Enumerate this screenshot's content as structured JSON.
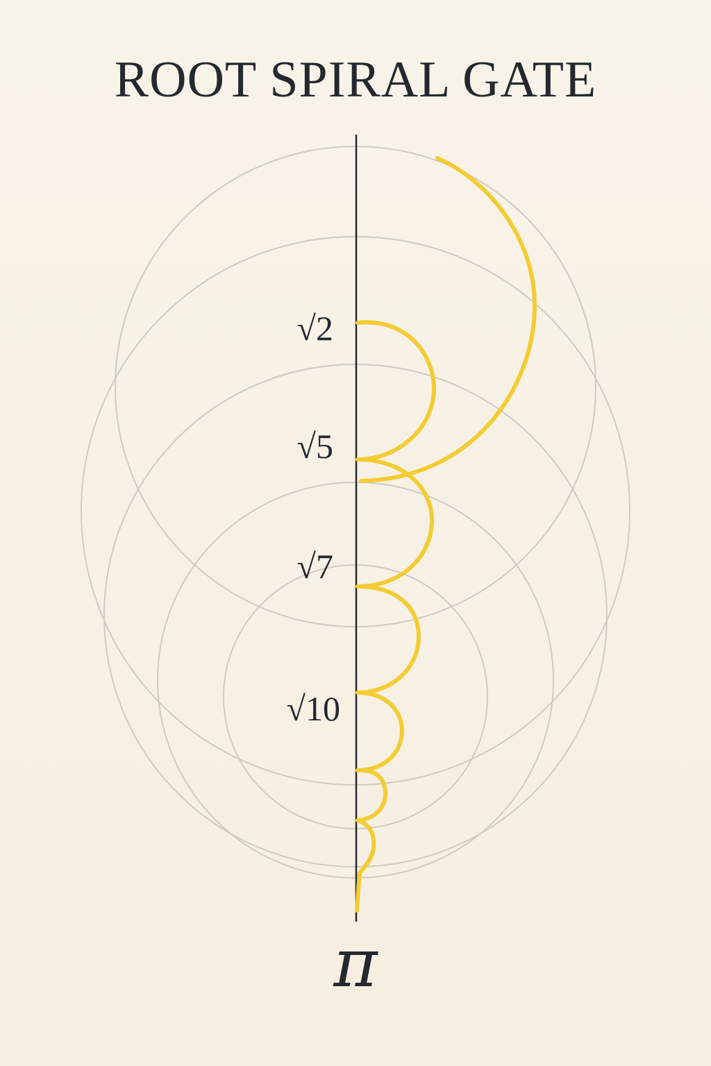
{
  "title": "ROOT SPIRAL GATE",
  "labels": [
    "√2",
    "√5",
    "√7",
    "√10"
  ],
  "bottom_symbol": "π",
  "colors": {
    "background": "#f7f0e3",
    "spiral": "#f3cc34",
    "axis": "#23292f",
    "circles": "#c9c5bd",
    "text": "#23292f"
  }
}
